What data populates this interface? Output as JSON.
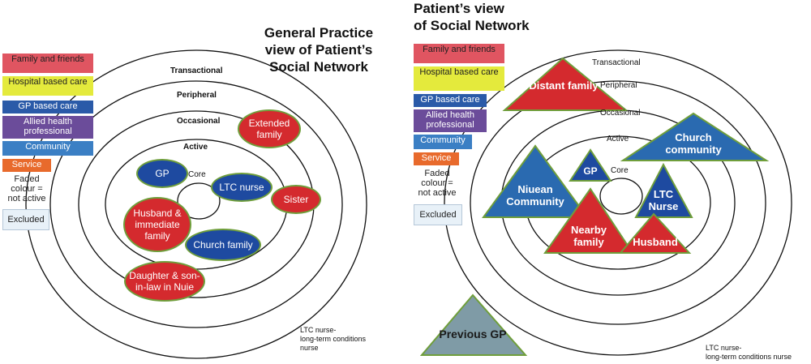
{
  "left": {
    "title": [
      "General Practice",
      "view of Patient’s",
      "Social Network"
    ],
    "legend": [
      {
        "label": "Family and friends",
        "color": "#e05561"
      },
      {
        "label": "Hospital based care",
        "color": "#e4ea3c"
      },
      {
        "label": "GP based care",
        "color": "#2a5aa8"
      },
      {
        "label": "Allied health professional",
        "color": "#6b4c9a"
      },
      {
        "label": "Community",
        "color": "#3b7fc4"
      },
      {
        "label": "Service",
        "color": "#e86a2c"
      },
      {
        "label": "Faded colour = not active",
        "color": "#ffffff"
      },
      {
        "label": "Excluded",
        "color": "#e8f1f8"
      }
    ],
    "rings": [
      "Transactional",
      "Peripheral",
      "Occasional",
      "Active",
      "Core"
    ],
    "nodes": [
      {
        "label": "Extended family",
        "kind": "red"
      },
      {
        "label": "GP",
        "kind": "blue"
      },
      {
        "label": "LTC nurse",
        "kind": "blue"
      },
      {
        "label": "Sister",
        "kind": "red"
      },
      {
        "label": "Husband & immediate family",
        "kind": "red"
      },
      {
        "label": "Church family",
        "kind": "blue"
      },
      {
        "label": "Daughter & son-in-law in Nuie",
        "kind": "red"
      }
    ],
    "footnote": [
      "LTC nurse-",
      "long-term conditions",
      "nurse"
    ]
  },
  "right": {
    "title": [
      "Patient’s view",
      "of Social Network"
    ],
    "legend": [
      {
        "label": "Family and friends",
        "color": "#e05561"
      },
      {
        "label": "Hospital based care",
        "color": "#e4ea3c"
      },
      {
        "label": "GP based care",
        "color": "#2a5aa8"
      },
      {
        "label": "Allied health professional",
        "color": "#6b4c9a"
      },
      {
        "label": "Community",
        "color": "#3b7fc4"
      },
      {
        "label": "Service",
        "color": "#e86a2c"
      },
      {
        "label": "Faded colour = not active",
        "color": "#ffffff"
      },
      {
        "label": "Excluded",
        "color": "#e8f1f8"
      }
    ],
    "rings": [
      "Transactional",
      "Peripheral",
      "Occasional",
      "Active",
      "Core"
    ],
    "nodes": [
      {
        "label": "Distant family",
        "kind": "red"
      },
      {
        "label": "Church community",
        "kind": "blue"
      },
      {
        "label": "GP",
        "kind": "blue"
      },
      {
        "label": "Niuean Community",
        "kind": "blue"
      },
      {
        "label": "LTC Nurse",
        "kind": "blue"
      },
      {
        "label": "Nearby family",
        "kind": "red"
      },
      {
        "label": "Husband",
        "kind": "red"
      },
      {
        "label": "Previous GP",
        "kind": "grey"
      }
    ],
    "footnote": [
      "LTC nurse-",
      "long-term conditions nurse"
    ]
  },
  "colors": {
    "red": "#d42a2e",
    "blue": "#1e4aa0",
    "blue_tri": "#2a6ab0",
    "grey": "#7f9ba6",
    "outline": "#6f9e3b"
  }
}
